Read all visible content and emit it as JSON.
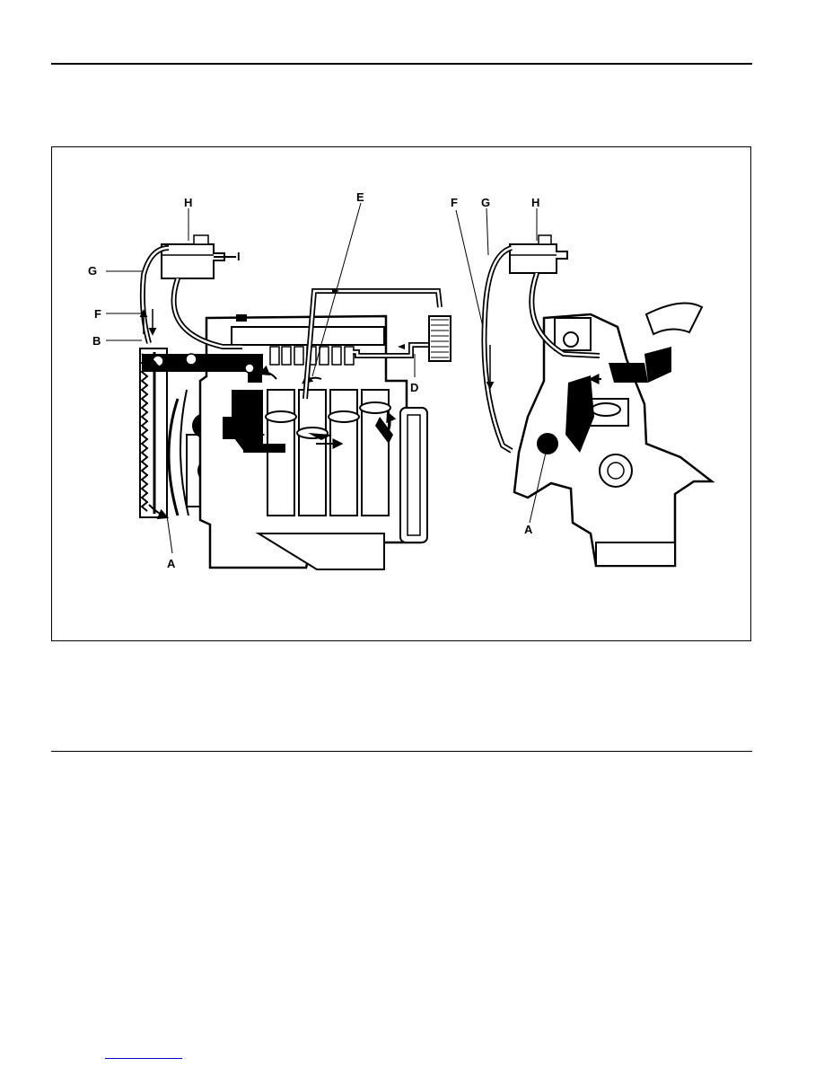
{
  "figure": {
    "left_view_labels": {
      "h": "H",
      "i": "I",
      "g": "G",
      "f": "F",
      "b": "B",
      "e": "E",
      "d": "D",
      "a": "A"
    },
    "right_view_labels": {
      "f": "F",
      "g": "G",
      "h": "H",
      "a": "A"
    }
  },
  "colors": {
    "ink": "#000000",
    "paper": "#ffffff",
    "link_underline": "#0000cc"
  }
}
